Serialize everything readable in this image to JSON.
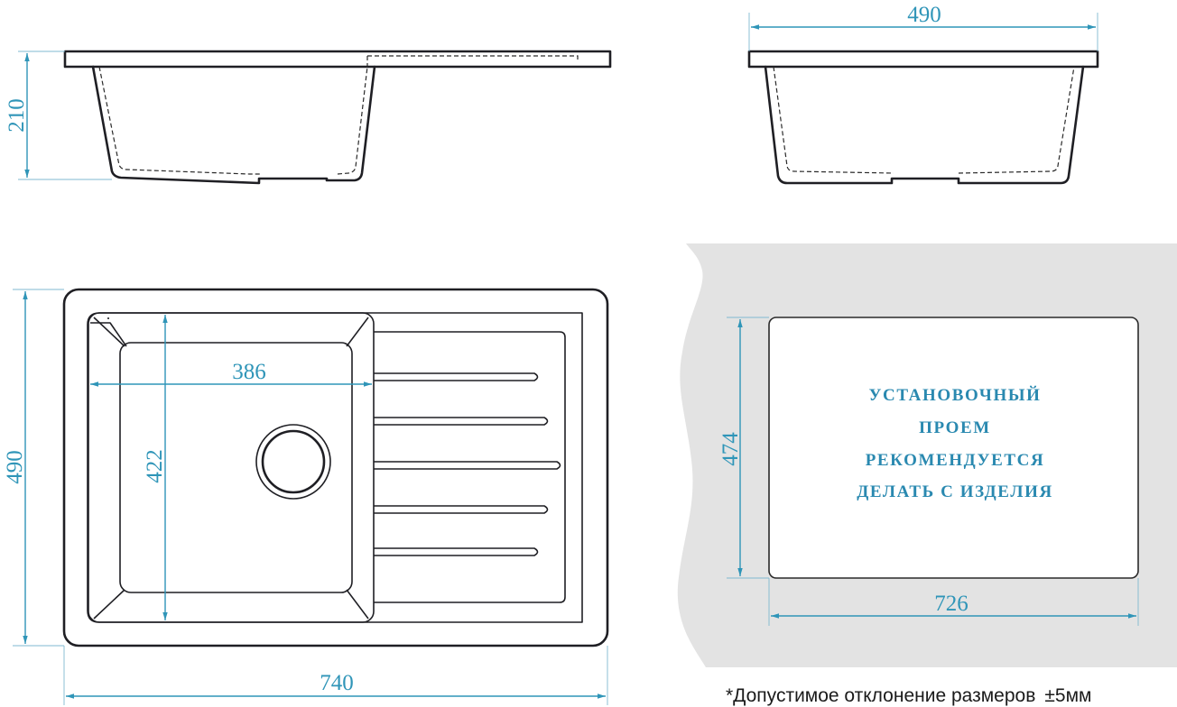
{
  "dimensions": {
    "side_height": "210",
    "end_width": "490",
    "top_width": "740",
    "top_height": "490",
    "bowl_width": "386",
    "bowl_height": "422",
    "cutout_height": "474",
    "cutout_width": "726"
  },
  "cutout_note": {
    "lines": [
      "УСТАНОВОЧНЫЙ",
      "ПРОЕМ",
      "РЕКОМЕНДУЕТСЯ",
      "ДЕЛАТЬ С ИЗДЕЛИЯ"
    ]
  },
  "footnote": {
    "text": "*Допустимое отклонение размеров",
    "tolerance": "±5мм"
  },
  "colors": {
    "dimension_line": "#2f95b8",
    "outline": "#1f1f24",
    "countertop": "#e3e3e3"
  }
}
